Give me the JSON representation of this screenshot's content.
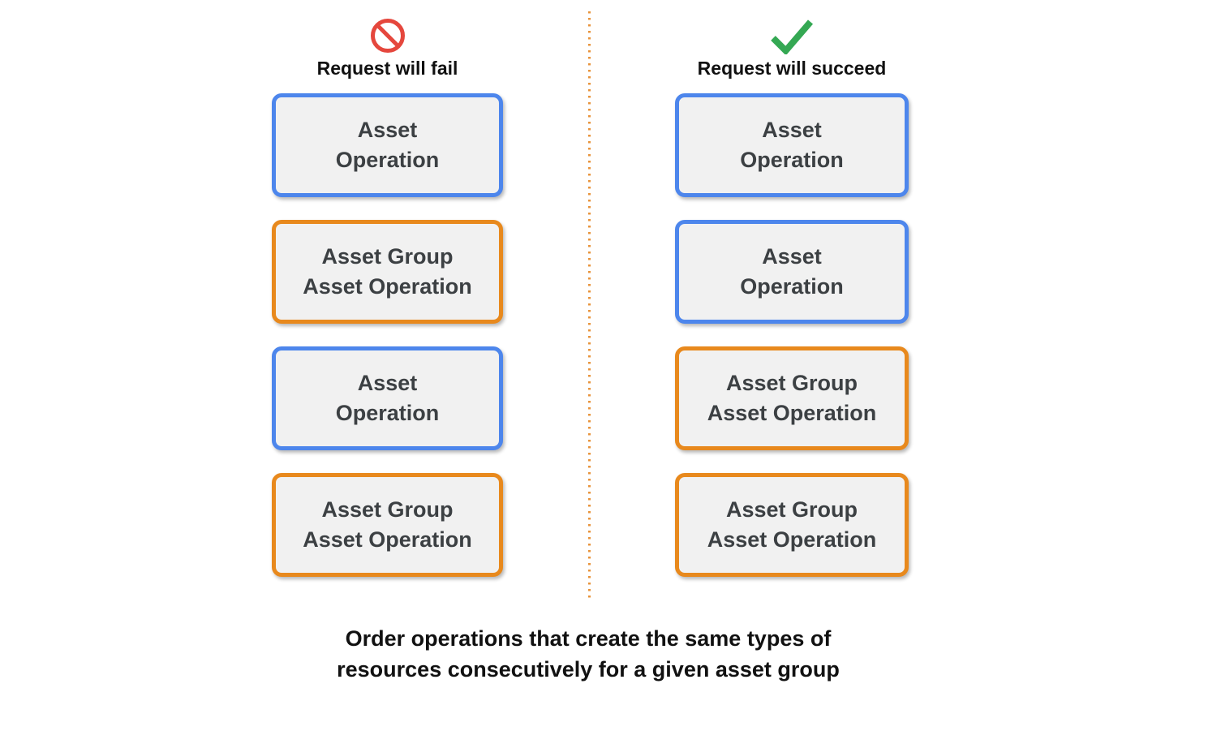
{
  "colors": {
    "blue_border": "#4d86ec",
    "orange_border": "#e8891d",
    "box_fill": "#f1f1f1",
    "box_text": "#3c4043",
    "heading_text": "#111111",
    "fail_icon_red": "#e5473d",
    "success_icon_green": "#34a853",
    "divider_dots": "#e8943c",
    "background": "#ffffff"
  },
  "columns": [
    {
      "id": "fail",
      "icon": "prohibited-icon",
      "title": "Request will fail",
      "boxes": [
        {
          "type": "asset",
          "line1": "Asset",
          "line2": "Operation"
        },
        {
          "type": "asset-group",
          "line1": "Asset Group",
          "line2": "Asset Operation"
        },
        {
          "type": "asset",
          "line1": "Asset",
          "line2": "Operation"
        },
        {
          "type": "asset-group",
          "line1": "Asset Group",
          "line2": "Asset Operation"
        }
      ]
    },
    {
      "id": "succeed",
      "icon": "checkmark-icon",
      "title": "Request will succeed",
      "boxes": [
        {
          "type": "asset",
          "line1": "Asset",
          "line2": "Operation"
        },
        {
          "type": "asset",
          "line1": "Asset",
          "line2": "Operation"
        },
        {
          "type": "asset-group",
          "line1": "Asset Group",
          "line2": "Asset Operation"
        },
        {
          "type": "asset-group",
          "line1": "Asset Group",
          "line2": "Asset Operation"
        }
      ]
    }
  ],
  "caption": {
    "line1": "Order operations that create the same types of",
    "line2": "resources consecutively for a given asset group"
  }
}
